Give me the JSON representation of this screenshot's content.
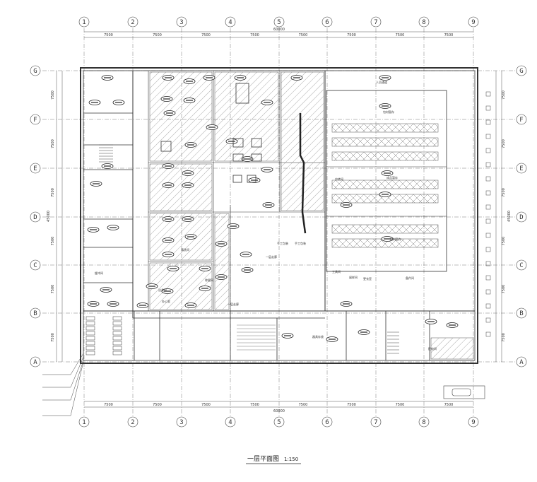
{
  "drawing": {
    "title": "一层平面图",
    "scale": "1:150"
  },
  "grid": {
    "columns": [
      "1",
      "2",
      "3",
      "4",
      "5",
      "6",
      "7",
      "8",
      "9"
    ],
    "rows": [
      "A",
      "B",
      "C",
      "D",
      "E",
      "F",
      "G"
    ]
  },
  "dimensions": {
    "bay": "7500",
    "total_width": "60000",
    "total_depth": "45000",
    "last_bottom_span": "7500"
  },
  "rooms": [
    "一层走廊",
    "一层走廊",
    "手工包装",
    "手工包装",
    "人员通道",
    "包材暂存",
    "成品暂存",
    "物料暂存",
    "备件间",
    "中转间",
    "工具间",
    "留样间",
    "配电间",
    "洁具间",
    "更衣室",
    "缓冲间",
    "办公室",
    "称量间",
    "清洗间",
    "器具存放"
  ],
  "colors": {
    "line": "#3a3a3a",
    "hatch": "#8a8a8a",
    "grid": "#555555",
    "tag": "#222222"
  }
}
